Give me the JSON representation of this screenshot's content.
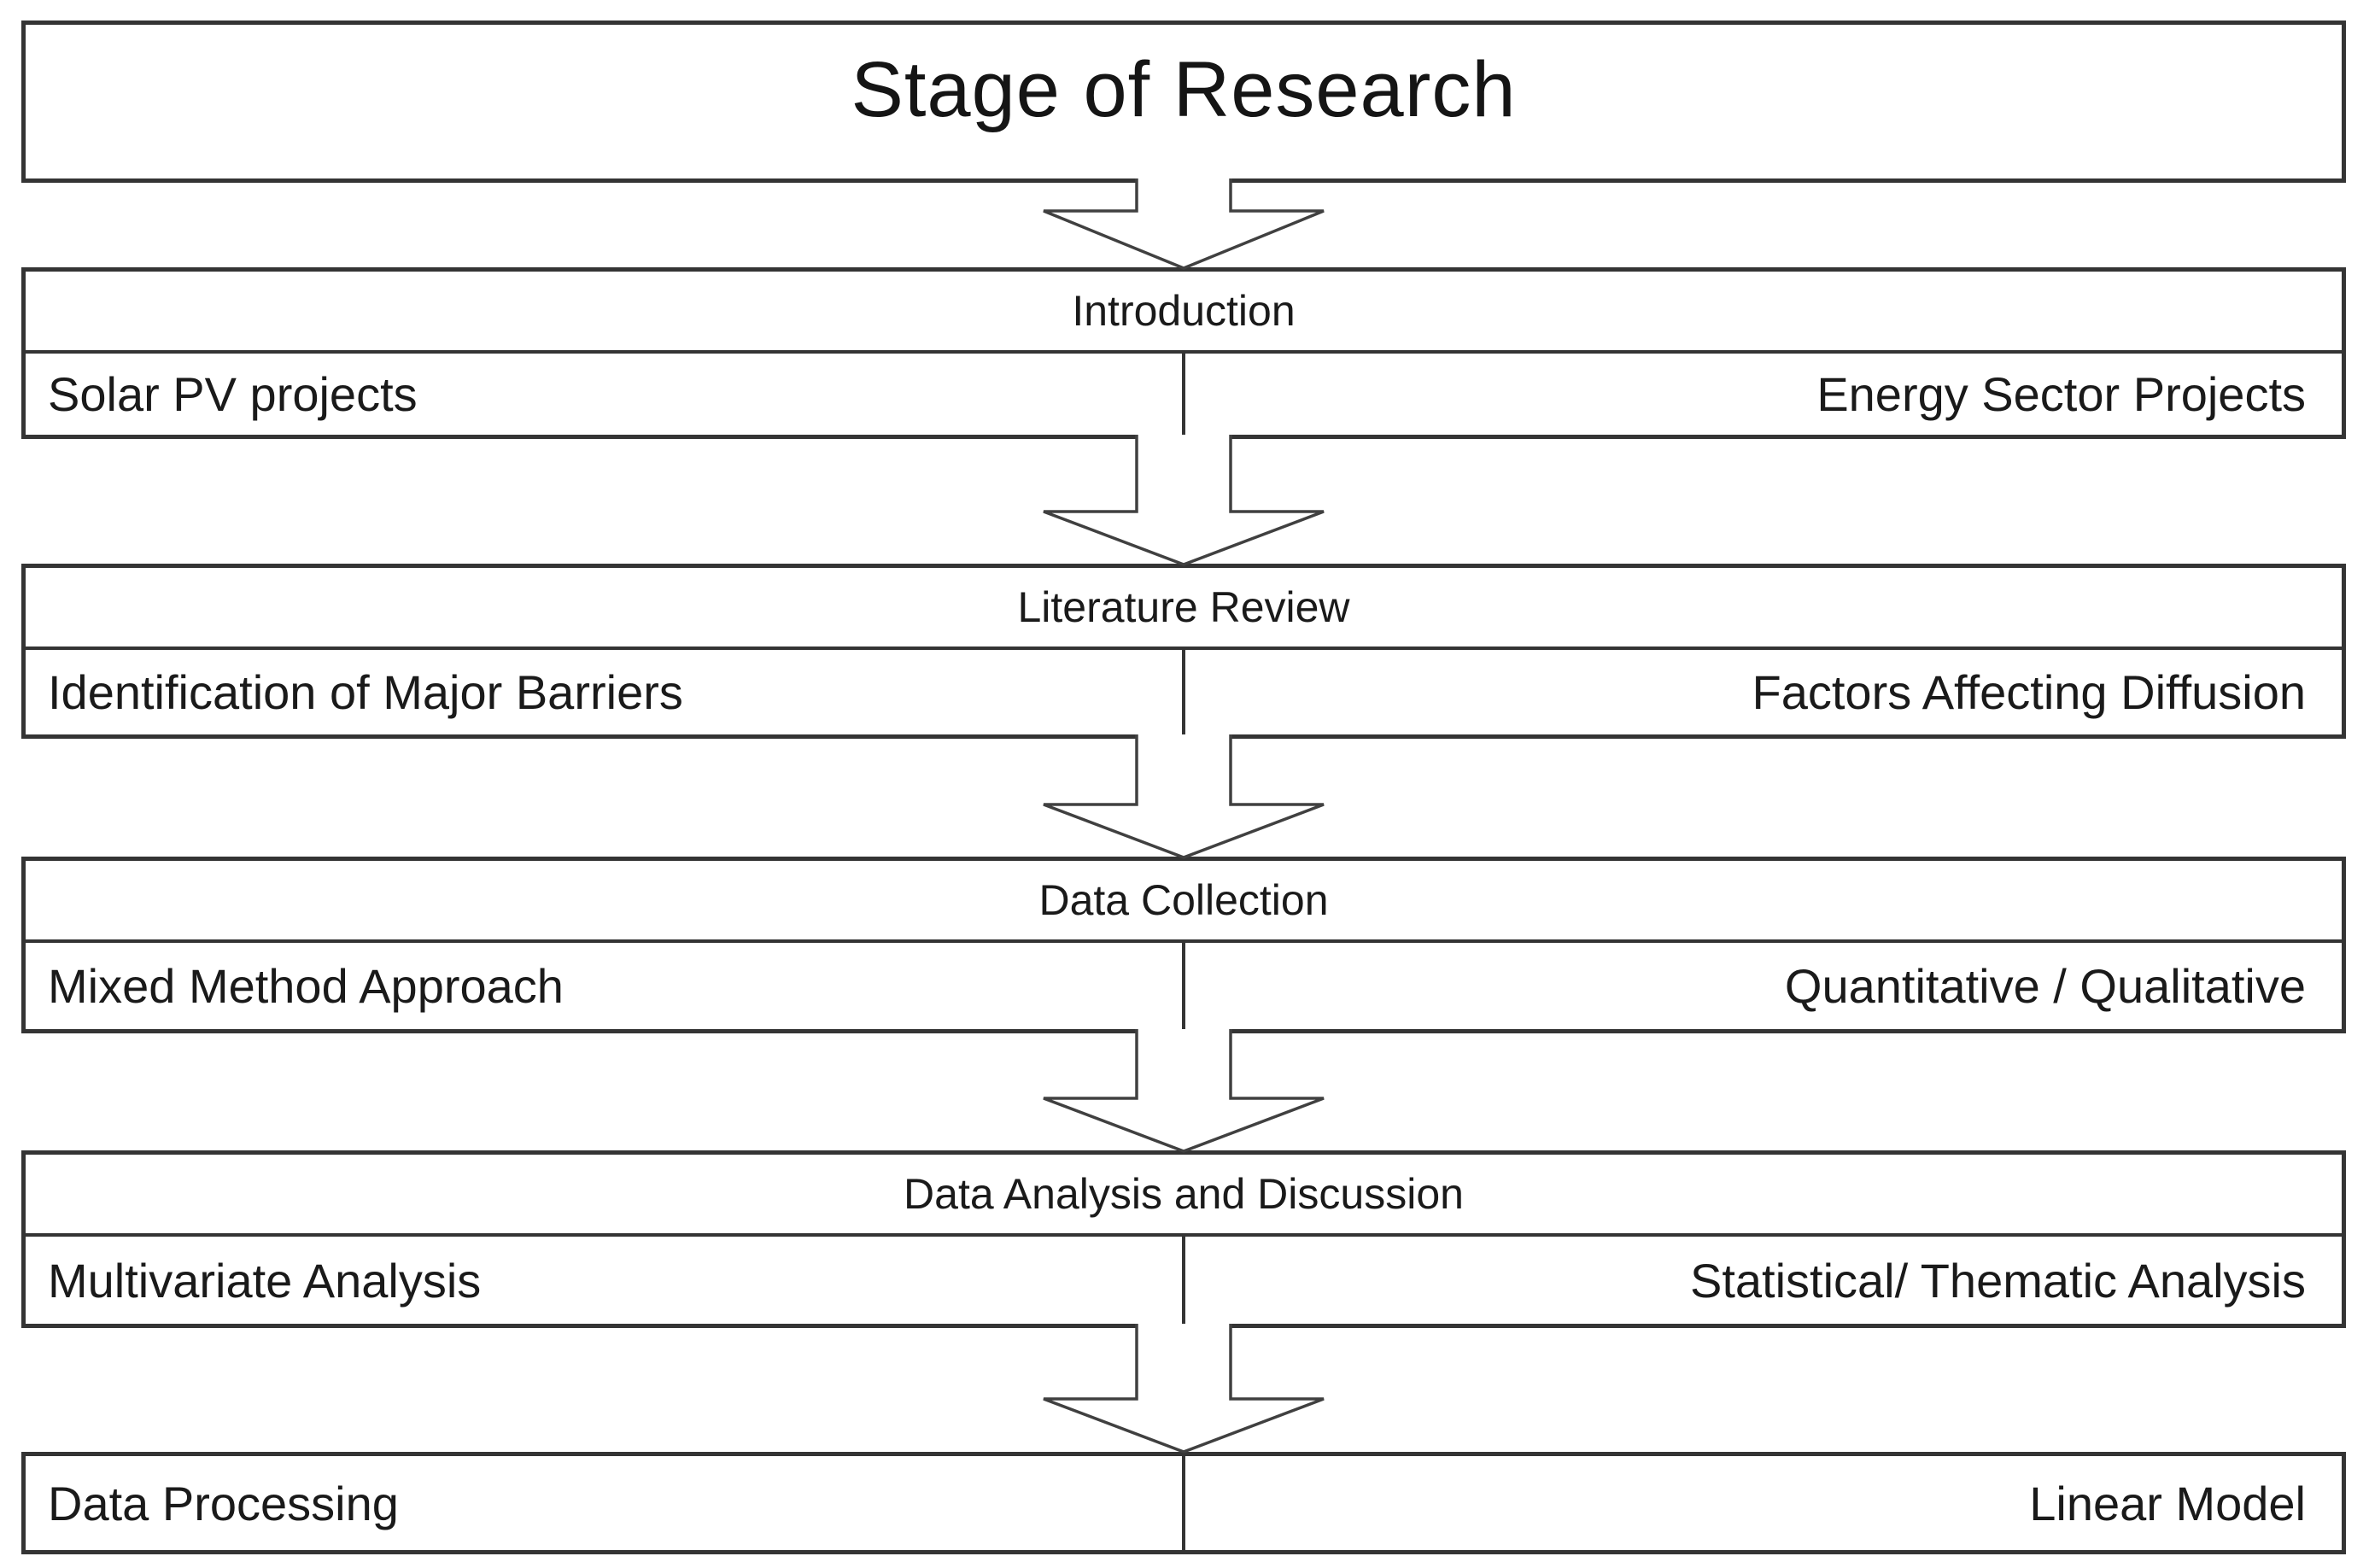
{
  "title": "Stage of Research",
  "sections": [
    {
      "header": "Introduction",
      "left_label": "Solar PV projects",
      "right_label": "Energy Sector Projects"
    },
    {
      "header": "Literature Review",
      "left_label": "Identification of Major Barriers",
      "right_label": "Factors Affecting Diffusion"
    },
    {
      "header": "Data Collection",
      "left_label": "Mixed Method Approach",
      "right_label": "Quantitative / Qualitative"
    },
    {
      "header": "Data Analysis and Discussion",
      "left_label": "Multivariate Analysis",
      "right_label": "Statistical/ Thematic Analysis"
    }
  ],
  "footer_row": {
    "left_label": "Data Processing",
    "right_label": "Linear Model"
  },
  "colors": {
    "border": "#343434",
    "text": "#1a1a1a",
    "background": "#ffffff",
    "arrow_outline": "#404040",
    "arrow_fill": "#ffffff"
  }
}
